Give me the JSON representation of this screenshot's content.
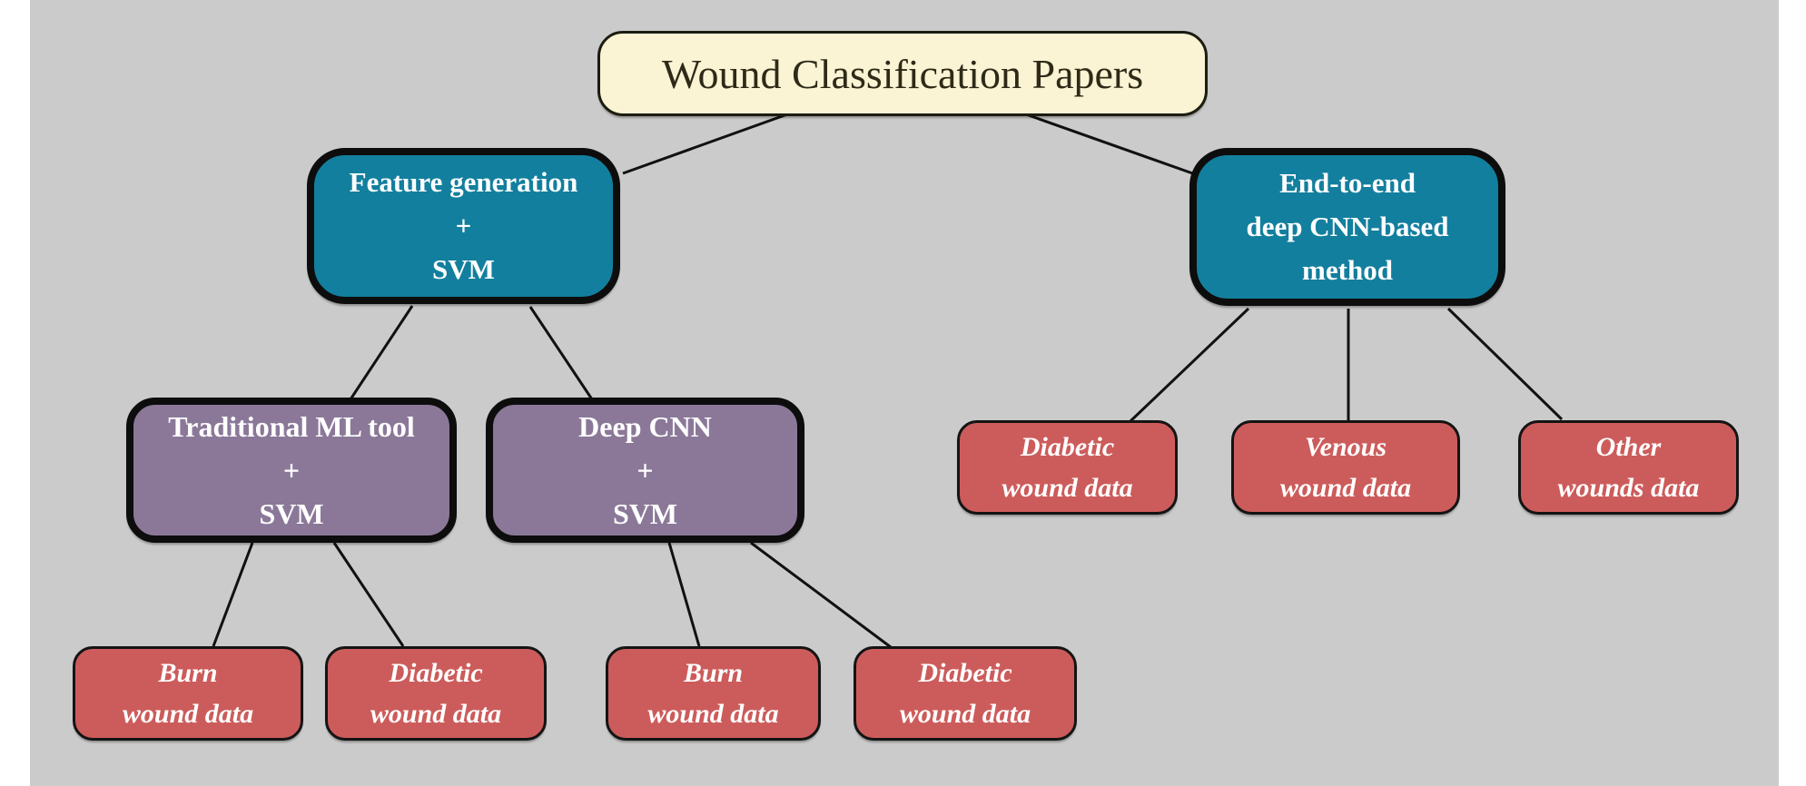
{
  "diagram": {
    "background_color": "#cbcbcb",
    "page_margin_color": "#ffffff",
    "connector_color": "#111111",
    "colors": {
      "root_fill": "#faf3d4",
      "root_text": "#2e2a17",
      "method_fill": "#137f9e",
      "submethod_fill": "#8b7899",
      "data_fill": "#cc5c5b",
      "node_text": "#ffffff",
      "border": "#0d0d0d"
    },
    "nodes": {
      "root": {
        "lines": [
          "Wound Classification Papers"
        ]
      },
      "feature_svm": {
        "lines": [
          "Feature generation",
          "+",
          "SVM"
        ]
      },
      "end_to_end": {
        "lines": [
          "End-to-end",
          "deep CNN-based",
          "method"
        ]
      },
      "traditional_ml": {
        "lines": [
          "Traditional ML tool",
          "+",
          "SVM"
        ]
      },
      "deep_cnn": {
        "lines": [
          "Deep CNN",
          "+",
          "SVM"
        ]
      },
      "burn_trad": {
        "lines": [
          "Burn",
          "wound data"
        ]
      },
      "diabetic_trad": {
        "lines": [
          "Diabetic",
          "wound data"
        ]
      },
      "burn_cnn": {
        "lines": [
          "Burn",
          "wound data"
        ]
      },
      "diabetic_cnn": {
        "lines": [
          "Diabetic",
          "wound data"
        ]
      },
      "diabetic_e2e": {
        "lines": [
          "Diabetic",
          "wound data"
        ]
      },
      "venous_e2e": {
        "lines": [
          "Venous",
          "wound data"
        ]
      },
      "other_e2e": {
        "lines": [
          "Other",
          "wounds data"
        ]
      }
    }
  }
}
